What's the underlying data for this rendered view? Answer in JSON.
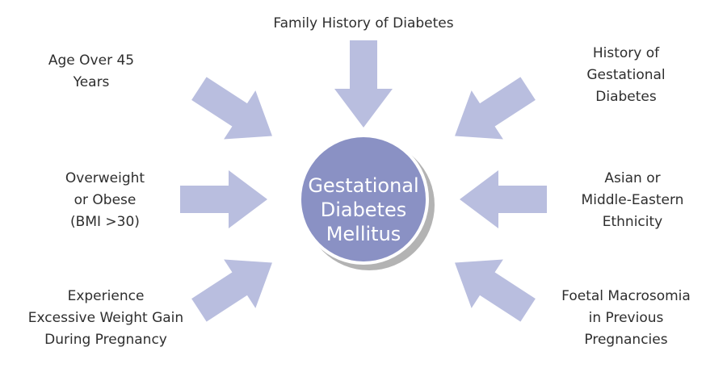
{
  "colors": {
    "arrow": "#b9bedf",
    "circle": "#8a91c4",
    "shadow": "#9a9a9a",
    "text": "#2e2e2e"
  },
  "center": {
    "lines": [
      "Gestational",
      "Diabetes",
      "Mellitus"
    ]
  },
  "factors": {
    "top": [
      "Family History of Diabetes"
    ],
    "top_left": [
      "Age Over 45",
      "Years"
    ],
    "top_right": [
      "History of",
      "Gestational",
      "Diabetes"
    ],
    "left": [
      "Overweight",
      "or Obese",
      "(BMI >30)"
    ],
    "right": [
      "Asian or",
      "Middle-Eastern",
      "Ethnicity"
    ],
    "bottom_left": [
      "Experience",
      "Excessive Weight Gain",
      "During Pregnancy"
    ],
    "bottom_right": [
      "Foetal Macrosomia",
      "in Previous",
      "Pregnancies"
    ]
  }
}
